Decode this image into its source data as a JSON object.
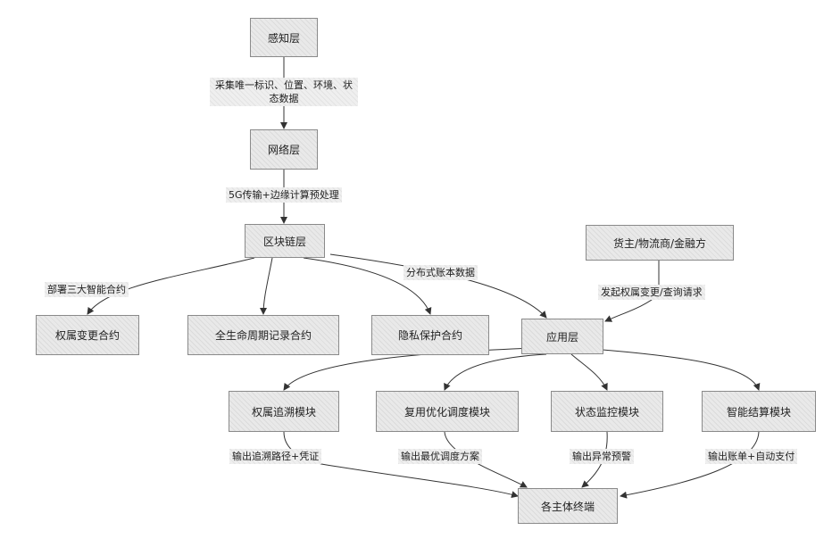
{
  "nodes": {
    "perception": "感知层",
    "network": "网络层",
    "blockchain": "区块链层",
    "contract_ownership": "权属变更合约",
    "contract_lifecycle": "全生命周期记录合约",
    "contract_privacy": "隐私保护合约",
    "parties": "货主/物流商/金融方",
    "application": "应用层",
    "module_trace": "权属追溯模块",
    "module_reuse": "复用优化调度模块",
    "module_monitor": "状态监控模块",
    "module_settle": "智能结算模块",
    "terminals": "各主体终端"
  },
  "edge_labels": {
    "collect": "采集唯一标识、位置、环境、状态数据",
    "transmit": "5G传输+边缘计算预处理",
    "deploy": "部署三大智能合约",
    "ledger": "分布式账本数据",
    "request": "发起权属变更/查询请求",
    "out_trace": "输出追溯路径+凭证",
    "out_reuse": "输出最优调度方案",
    "out_monitor": "输出异常预警",
    "out_settle": "输出账单+自动支付"
  }
}
